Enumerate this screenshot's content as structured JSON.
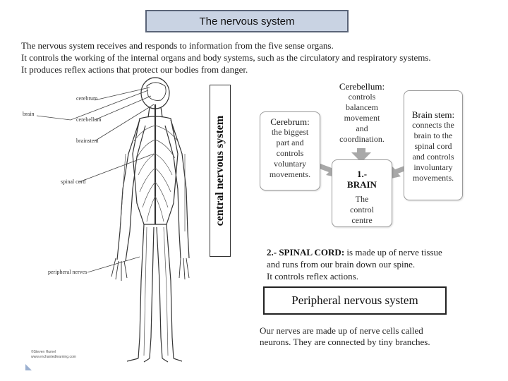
{
  "title": "The nervous system",
  "intro": [
    "The nervous system receives and responds to information from the five sense organs.",
    "It controls the working of the internal organs and body systems, such as the circulatory and respiratory systems.",
    "It produces reflex actions that protect our bodies from danger."
  ],
  "vertical_label": "central nervous system",
  "figure_labels": {
    "brain": "brain",
    "cerebrum": "cerebrum",
    "cerebellum": "cerebellum",
    "brainstem": "brainstem",
    "spinal_cord": "spinal cord",
    "peripheral_nerves": "peripheral nerves",
    "credit1": "©Steven Humel",
    "credit2": "www.enchantedlearning.com"
  },
  "cerebrum": {
    "heading": "Cerebrum",
    "colon": ":",
    "lines": [
      "the biggest",
      "part and",
      "controls",
      "voluntary",
      "movements."
    ]
  },
  "cerebellum": {
    "heading": "Cerebellum",
    "colon": ":",
    "lines": [
      "controls",
      "balancem",
      "movement",
      "and",
      "coordination."
    ]
  },
  "brainstem": {
    "heading": "Brain stem",
    "colon": ":",
    "lines": [
      "connects the",
      "brain to the",
      "spinal cord",
      "and controls",
      "involuntary",
      "movements."
    ]
  },
  "brain": {
    "heading_num": "1.-",
    "heading": "BRAIN",
    "lines": [
      "The",
      "control",
      "centre"
    ]
  },
  "spinal_cord": {
    "heading": "2.- SPINAL CORD:",
    "text1": " is made up of nerve tissue",
    "text2": "and runs from our brain down our spine.",
    "text3": "It controls reflex actions."
  },
  "peripheral": {
    "title": "Peripheral nervous system",
    "lines": [
      "Our nerves are made up of nerve cells called",
      "neurons. They are connected by tiny branches."
    ]
  },
  "colors": {
    "title_bg": "#c9d3e3",
    "arrow": "#a8a8a8",
    "corner_mark": "#9bb0d0"
  }
}
